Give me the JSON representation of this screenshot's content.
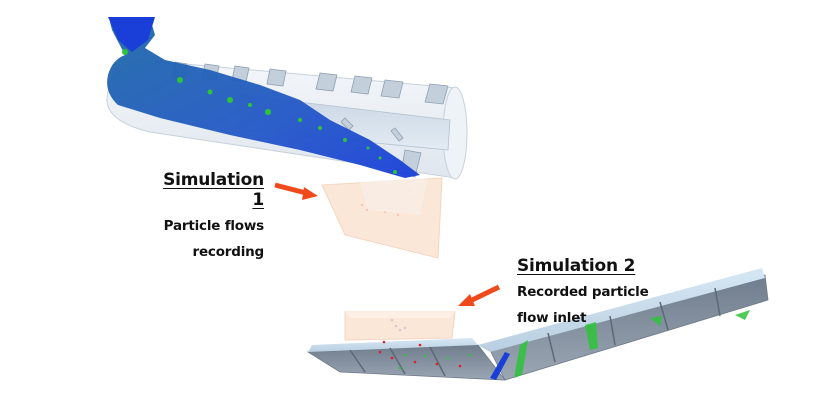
{
  "colors": {
    "particle_blue": "#1a3fd9",
    "particle_teal": "#1f6aa8",
    "particle_green": "#2ec43a",
    "particle_red": "#e02020",
    "arrow": "#f04a1c",
    "drum_shell": "#e8edf2",
    "box_peach": "#fbe3d2",
    "chute_steel": "#8e9aa8",
    "chute_light": "#cfe2f1"
  },
  "simulation1": {
    "title": "Simulation 1",
    "line1": "Particle flows",
    "line2": "recording"
  },
  "simulation2": {
    "title": "Simulation 2",
    "line1": "Recorded particle",
    "line2": "flow inlet"
  },
  "icons": {
    "arrow1": "arrow-right-icon",
    "arrow2": "arrow-down-left-icon"
  }
}
